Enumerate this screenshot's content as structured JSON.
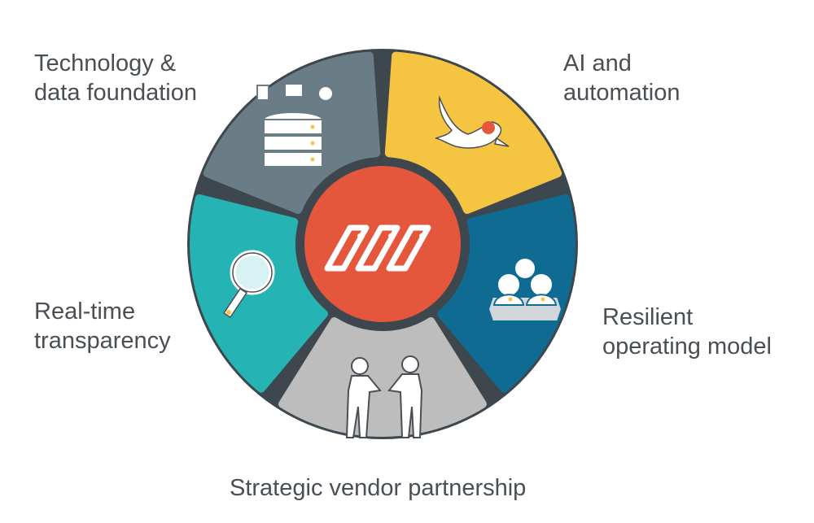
{
  "segments": [
    {
      "id": "tech",
      "label_line1": "Technology &",
      "label_line2": "data foundation",
      "color": "#6a7c86",
      "icon": "database-icon"
    },
    {
      "id": "ai",
      "label_line1": "AI and",
      "label_line2": "automation",
      "color": "#f5c542",
      "icon": "bird-icon"
    },
    {
      "id": "resilient",
      "label_line1": "Resilient",
      "label_line2": "operating model",
      "color": "#0f6b91",
      "icon": "team-gear-icon"
    },
    {
      "id": "vendor",
      "label_line1": "Strategic vendor partnership",
      "label_line2": "",
      "color": "#bdbdbd",
      "icon": "handshake-icon"
    },
    {
      "id": "transparency",
      "label_line1": "Real-time",
      "label_line2": "transparency",
      "color": "#25b3b4",
      "icon": "magnifier-icon"
    }
  ],
  "center": {
    "color": "#e4573d",
    "icon": "logo-mark"
  },
  "ring_color": "#3d474d"
}
